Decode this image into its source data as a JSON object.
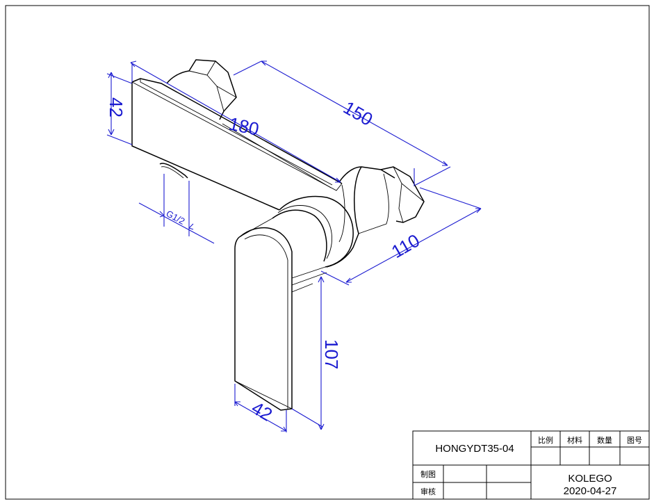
{
  "dimensions": {
    "d180": "180",
    "d150": "150",
    "d42_top": "42",
    "d110": "110",
    "d107": "107",
    "d42_bottom": "42",
    "thread": "G1/2"
  },
  "title_block": {
    "part_number": "HONGYDT35-04",
    "headers": {
      "scale": "比例",
      "material": "材料",
      "quantity": "数量",
      "drawing_no": "图号"
    },
    "drawn_by_label": "制图",
    "reviewed_by_label": "审核",
    "company": "KOLEGO",
    "date": "2020-04-27"
  },
  "colors": {
    "dimension": "#1a1ad0",
    "outline": "#000000"
  }
}
